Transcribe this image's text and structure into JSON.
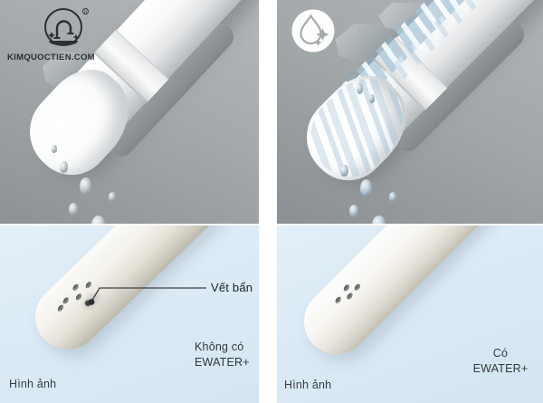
{
  "watermark": {
    "text": "KIMQUOCTIEN.COM",
    "registered_mark": "R"
  },
  "left_column": {
    "callout_label": "Vết bẩn",
    "caption": [
      "Không có",
      "EWATER+"
    ],
    "photo_caption": "Hình ảnh"
  },
  "right_column": {
    "caption": [
      "Có",
      "EWATER+"
    ],
    "photo_caption": "Hình ảnh"
  },
  "icons": {
    "logo": "faucet-brand-logo",
    "top_right": "water-drop-sparkle"
  },
  "colors": {
    "top_panel_bg": "#9aa0a2",
    "bottom_panel_bg": "#dbeaf5",
    "divider": "#ffffff",
    "text_dark": "#35383a",
    "tube_ivory": "#f3f1ea",
    "water_blue": "#c2d6e4",
    "icon_gray": "#a4aaac"
  }
}
